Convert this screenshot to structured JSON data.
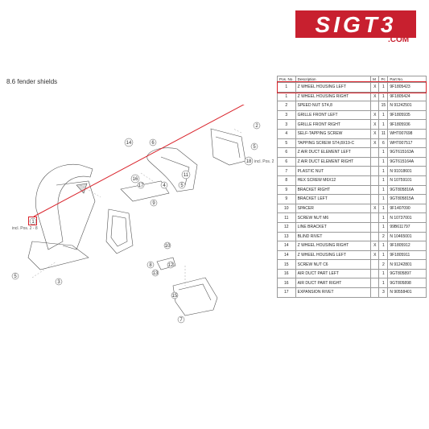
{
  "brand": {
    "logo_text": "SIGT3",
    "domain": ".COM",
    "color": "#c8202f"
  },
  "section": {
    "title": "8.6  fender shields"
  },
  "highlight": {
    "color": "#d9222a"
  },
  "diagram": {
    "callouts": [
      "1",
      "2",
      "3",
      "4",
      "5",
      "6",
      "7",
      "8",
      "9",
      "10",
      "11",
      "12",
      "13",
      "14",
      "15",
      "16",
      "17",
      "18"
    ],
    "incl_pos_left": "incl. Pos. 2 - 8",
    "incl_pos_right": "incl. Pos. 2"
  },
  "table": {
    "headers": {
      "pos": "Pos. No.",
      "desc": "Description",
      "m": "M",
      "pc": "Pc",
      "part": "Part No."
    },
    "rows": [
      {
        "pos": "1",
        "desc": "Z WHEEL HOUSING LEFT",
        "m": "X",
        "pc": "1",
        "part": "9F1805423"
      },
      {
        "pos": "1",
        "desc": "Z WHEEL HOUSING RIGHT",
        "m": "X",
        "pc": "1",
        "part": "9F1805424"
      },
      {
        "pos": "2",
        "desc": "SPEED NUT ST4,8",
        "m": "",
        "pc": "15",
        "part": "N 91242501"
      },
      {
        "pos": "3",
        "desc": "GRILLE FRONT LEFT",
        "m": "X",
        "pc": "1",
        "part": "9F1805935"
      },
      {
        "pos": "3",
        "desc": "GRILLE FRONT RIGHT",
        "m": "X",
        "pc": "1",
        "part": "9F1805936"
      },
      {
        "pos": "4",
        "desc": "SELF-TAPPING SCREW",
        "m": "X",
        "pc": "11",
        "part": "WHT007698"
      },
      {
        "pos": "5",
        "desc": "TAPPING SCREW ST4,8X19-C",
        "m": "X",
        "pc": "6",
        "part": "WHT007517"
      },
      {
        "pos": "6",
        "desc": "Z AIR DUCT ELEMENT LEFT",
        "m": "",
        "pc": "1",
        "part": "9GT615163A"
      },
      {
        "pos": "6",
        "desc": "Z AIR DUCT ELEMENT RIGHT",
        "m": "",
        "pc": "1",
        "part": "9GT615164A"
      },
      {
        "pos": "7",
        "desc": "PLASTIC NUT",
        "m": "",
        "pc": "1",
        "part": "N 91018601"
      },
      {
        "pos": "8",
        "desc": "HEX SCREW M6X12",
        "m": "",
        "pc": "1",
        "part": "N 10759101"
      },
      {
        "pos": "9",
        "desc": "BRACKET RIGHT",
        "m": "",
        "pc": "1",
        "part": "9GT805816A"
      },
      {
        "pos": "9",
        "desc": "BRACKET LEFT",
        "m": "",
        "pc": "1",
        "part": "9GT805815A"
      },
      {
        "pos": "10",
        "desc": "SPACER",
        "m": "X",
        "pc": "1",
        "part": "9F1407090"
      },
      {
        "pos": "11",
        "desc": "SCREW NUT M6",
        "m": "",
        "pc": "1",
        "part": "N 10737001"
      },
      {
        "pos": "12",
        "desc": "LINE BRACKET",
        "m": "",
        "pc": "1",
        "part": "99B611797"
      },
      {
        "pos": "13",
        "desc": "BLIND RIVET",
        "m": "",
        "pc": "2",
        "part": "N 10465001"
      },
      {
        "pos": "14",
        "desc": "Z WHEEL HOUSING RIGHT",
        "m": "X",
        "pc": "1",
        "part": "9F1805912"
      },
      {
        "pos": "14",
        "desc": "Z WHEEL HOUSING LEFT",
        "m": "X",
        "pc": "1",
        "part": "9F1805911"
      },
      {
        "pos": "15",
        "desc": "SCREW NUT C6",
        "m": "",
        "pc": "2",
        "part": "N 91242801"
      },
      {
        "pos": "16",
        "desc": "AIR DUCT PART LEFT",
        "m": "",
        "pc": "1",
        "part": "9GT805897"
      },
      {
        "pos": "16",
        "desc": "AIR DUCT PART RIGHT",
        "m": "",
        "pc": "1",
        "part": "9GT805898"
      },
      {
        "pos": "17",
        "desc": "EXPANSION RIVET",
        "m": "",
        "pc": "3",
        "part": "N 90558401"
      }
    ]
  }
}
